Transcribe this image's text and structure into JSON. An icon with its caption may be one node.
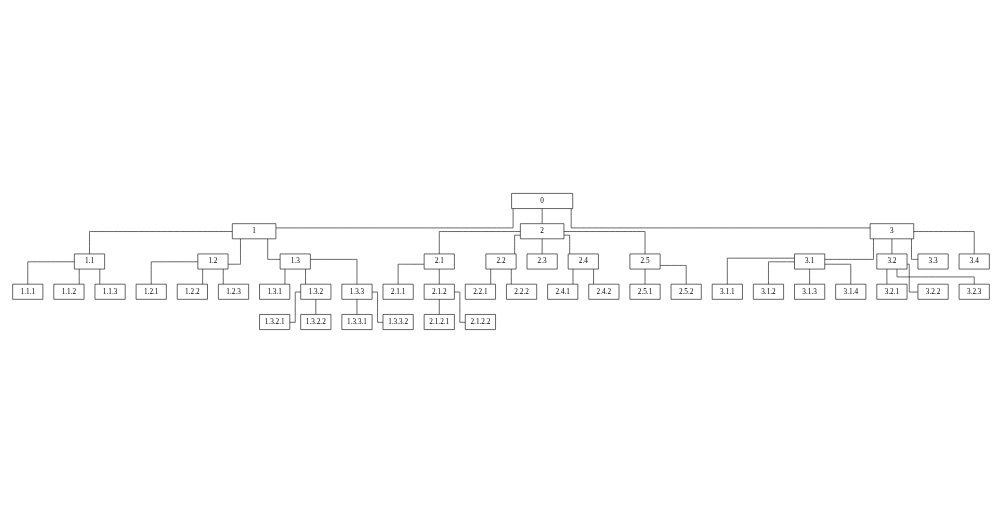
{
  "diagram": {
    "nodes": [
      {
        "text": [
          "0"
        ]
      },
      {
        "text": [
          "1"
        ]
      },
      {
        "text": [
          "2"
        ]
      },
      {
        "text": [
          "3"
        ]
      },
      {
        "text": [
          "1.1"
        ]
      },
      {
        "text": [
          "1.2"
        ]
      },
      {
        "text": [
          "1.3"
        ]
      },
      {
        "text": [
          "2.1"
        ]
      },
      {
        "text": [
          "2.2"
        ]
      },
      {
        "text": [
          "2.3"
        ]
      },
      {
        "text": [
          "2.4"
        ]
      },
      {
        "text": [
          "2.5"
        ]
      },
      {
        "text": [
          "3.1"
        ]
      },
      {
        "text": [
          "3.2"
        ]
      },
      {
        "text": [
          "3.3"
        ]
      },
      {
        "text": [
          "1.1.1"
        ]
      },
      {
        "text": [
          "1.2.1"
        ]
      },
      {
        "text": [
          "1.3.1"
        ]
      },
      {
        "text": [
          "2.1.1"
        ]
      },
      {
        "text": [
          "2.2.1"
        ]
      },
      {
        "text": [
          "2.4.1"
        ]
      },
      {
        "text": [
          "2.5.1"
        ]
      },
      {
        "text": [
          "3.1.1"
        ]
      },
      {
        "text": [
          "3.2.1"
        ]
      },
      {
        "text": [
          "3.4"
        ]
      },
      {
        "text": [
          "1.1.2"
        ]
      },
      {
        "text": [
          "1.2.2"
        ]
      },
      {
        "text": [
          "1.3.2"
        ]
      },
      {
        "text": [
          "2.1.2"
        ]
      },
      {
        "text": [
          "2.2.2"
        ]
      },
      {
        "text": [
          "2.4.2"
        ]
      },
      {
        "text": [
          "2.5.2"
        ]
      },
      {
        "text": [
          "3.1.2"
        ]
      },
      {
        "text": [
          "3.2.2"
        ]
      },
      {
        "text": [
          "1.1.3"
        ]
      },
      {
        "text": [
          "1.2.3"
        ]
      },
      {
        "text": [
          "1.3.3"
        ]
      },
      {
        "text": [
          "3.1.3"
        ]
      },
      {
        "text": [
          "3.2.3"
        ]
      },
      {
        "text": [
          "3.1.4"
        ]
      },
      {
        "text": [
          "1.3.2.1"
        ]
      },
      {
        "text": [
          "1.3.2.2"
        ]
      },
      {
        "text": [
          "1.3.3.1"
        ]
      },
      {
        "text": [
          "1.3.3.2"
        ]
      },
      {
        "text": [
          "2.1.2.1"
        ]
      },
      {
        "text": [
          "2.1.2.2"
        ]
      }
    ],
    "edges": [
      {
        "from": 0,
        "to": 1,
        "arrow": "none"
      },
      {
        "from": 0,
        "to": 2,
        "arrow": "none"
      },
      {
        "from": 0,
        "to": 3,
        "arrow": "none"
      },
      {
        "from": 1,
        "to": 4,
        "arrow": "none"
      },
      {
        "from": 1,
        "to": 5,
        "arrow": "none"
      },
      {
        "from": 1,
        "to": 6,
        "arrow": "none"
      },
      {
        "from": 2,
        "to": 7,
        "arrow": "none"
      },
      {
        "from": 2,
        "to": 8,
        "arrow": "none"
      },
      {
        "from": 2,
        "to": 9,
        "arrow": "none"
      },
      {
        "from": 2,
        "to": 10,
        "arrow": "none"
      },
      {
        "from": 2,
        "to": 11,
        "arrow": "none"
      },
      {
        "from": 3,
        "to": 12,
        "arrow": "none"
      },
      {
        "from": 3,
        "to": 13,
        "arrow": "none"
      },
      {
        "from": 3,
        "to": 14,
        "arrow": "none"
      },
      {
        "from": 3,
        "to": 24,
        "arrow": "none"
      },
      {
        "from": 4,
        "to": 15,
        "arrow": "none"
      },
      {
        "from": 4,
        "to": 25,
        "arrow": "none"
      },
      {
        "from": 4,
        "to": 34,
        "arrow": "none"
      },
      {
        "from": 5,
        "to": 16,
        "arrow": "none"
      },
      {
        "from": 5,
        "to": 26,
        "arrow": "none"
      },
      {
        "from": 5,
        "to": 35,
        "arrow": "none"
      },
      {
        "from": 6,
        "to": 17,
        "arrow": "none"
      },
      {
        "from": 6,
        "to": 27,
        "arrow": "none"
      },
      {
        "from": 6,
        "to": 36,
        "arrow": "none"
      },
      {
        "from": 7,
        "to": 18,
        "arrow": "none"
      },
      {
        "from": 7,
        "to": 28,
        "arrow": "none"
      },
      {
        "from": 8,
        "to": 19,
        "arrow": "none"
      },
      {
        "from": 8,
        "to": 29,
        "arrow": "none"
      },
      {
        "from": 10,
        "to": 20,
        "arrow": "none"
      },
      {
        "from": 10,
        "to": 30,
        "arrow": "none"
      },
      {
        "from": 11,
        "to": 21,
        "arrow": "none"
      },
      {
        "from": 11,
        "to": 31,
        "arrow": "none"
      },
      {
        "from": 12,
        "to": 22,
        "arrow": "none"
      },
      {
        "from": 12,
        "to": 32,
        "arrow": "none"
      },
      {
        "from": 12,
        "to": 37,
        "arrow": "none"
      },
      {
        "from": 12,
        "to": 39,
        "arrow": "none"
      },
      {
        "from": 13,
        "to": 23,
        "arrow": "none"
      },
      {
        "from": 13,
        "to": 33,
        "arrow": "none"
      },
      {
        "from": 13,
        "to": 38,
        "arrow": "none"
      },
      {
        "from": 27,
        "to": 40,
        "arrow": "none"
      },
      {
        "from": 27,
        "to": 41,
        "arrow": "none"
      },
      {
        "from": 36,
        "to": 42,
        "arrow": "none"
      },
      {
        "from": 36,
        "to": 43,
        "arrow": "none"
      },
      {
        "from": 28,
        "to": 44,
        "arrow": "none"
      },
      {
        "from": 28,
        "to": 45,
        "arrow": "none"
      }
    ]
  }
}
